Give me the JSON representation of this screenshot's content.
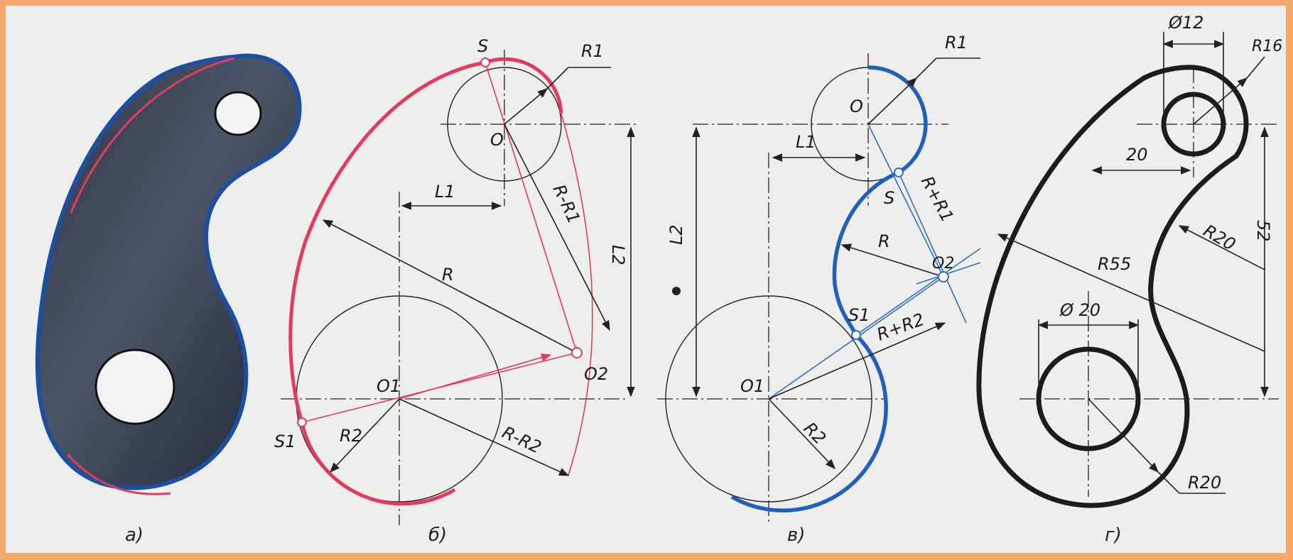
{
  "panels": {
    "a": {
      "caption": "а)"
    },
    "b": {
      "caption": "б)",
      "labels": {
        "s": "S",
        "r1": "R1",
        "o": "O",
        "l1": "L1",
        "r_minus_r1": "R-R1",
        "l2": "L2",
        "r": "R",
        "o2": "O2",
        "o1": "O1",
        "s1": "S1",
        "r2": "R2",
        "r_minus_r2": "R-R2"
      }
    },
    "c": {
      "caption": "в)",
      "labels": {
        "r1": "R1",
        "o": "O",
        "l1": "L1",
        "s": "S",
        "r_plus_r1": "R+R1",
        "l2": "L2",
        "r": "R",
        "o2": "O2",
        "s1": "S1",
        "r_plus_r2": "R+R2",
        "o1": "O1",
        "r2": "R2"
      }
    },
    "d": {
      "caption": "г)",
      "labels": {
        "d12": "Ø12",
        "r16": "R16",
        "dim20": "20",
        "r20_upper": "R20",
        "dim52": "52",
        "r55": "R55",
        "d20": "Ø 20",
        "r20_lower": "R20"
      }
    }
  },
  "colors": {
    "frame": "#f4a86a",
    "paper": "#eeeeec",
    "pink": "#e23b5c",
    "blue": "#1f5fbf",
    "ink": "#1c1c1c"
  }
}
